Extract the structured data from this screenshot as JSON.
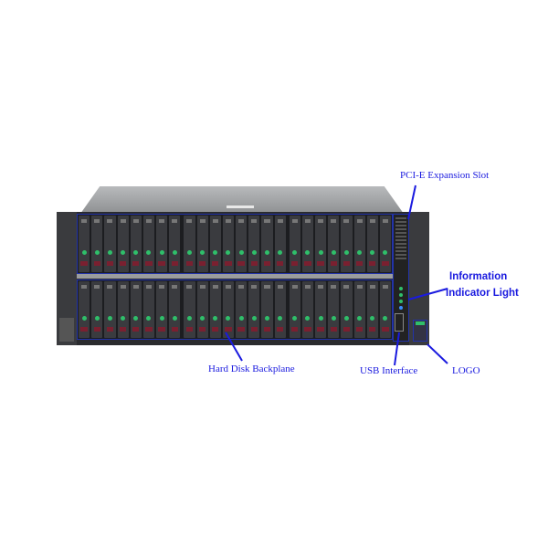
{
  "labels": {
    "pcie": "PCI-E Expansion Slot",
    "info_line1": "Information",
    "info_line2": "Indicator Light",
    "hdd": "Hard Disk Backplane",
    "usb": "USB Interface",
    "logo": "LOGO"
  },
  "server": {
    "rows": 2,
    "groups_per_row": 3,
    "bays_per_group": 8
  },
  "colors": {
    "annotation": "#1a1adf",
    "drive_led": "#2fbf6a",
    "indicator_blue": "#3a8cff"
  }
}
